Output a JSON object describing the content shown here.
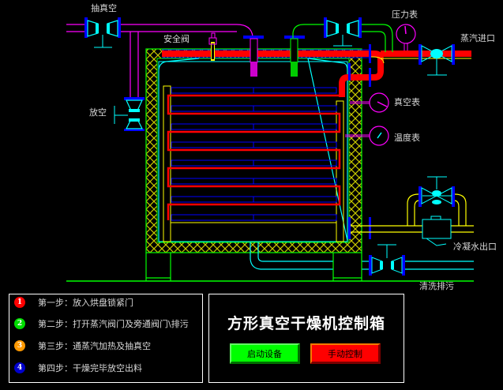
{
  "diagram": {
    "labels": {
      "vacuum_pump": "抽真空",
      "safety_valve": "安全阀",
      "pressure_gauge": "压力表",
      "steam_inlet": "蒸汽进口",
      "vent": "放空",
      "vacuum_gauge": "真空表",
      "thermometer": "温度表",
      "condensate_outlet": "冷凝水出口",
      "drain": "清洗排污"
    },
    "colors": {
      "steam_pipe": "#ff0000",
      "insulation": "#c8c800",
      "valve": "#00ffff",
      "flange": "#0000ff",
      "gauge": "#ff00ff",
      "frame": "#00ff00",
      "shelf": "#ffff00"
    }
  },
  "steps_panel": {
    "steps": [
      {
        "num": "1",
        "text": "第一步：放入烘盘锁紧门",
        "color": "#ff0000"
      },
      {
        "num": "2",
        "text": "第二步：打开蒸汽阀门及旁通阀门\\排污",
        "color": "#00cc00"
      },
      {
        "num": "3",
        "text": "第三步：通蒸汽加热及抽真空",
        "color": "#ff9900"
      },
      {
        "num": "4",
        "text": "第四步：干燥完毕放空出料",
        "color": "#0000cc"
      }
    ]
  },
  "control_panel": {
    "title": "方形真空干燥机控制箱",
    "start_button": "启动设备",
    "manual_button": "手动控制"
  }
}
